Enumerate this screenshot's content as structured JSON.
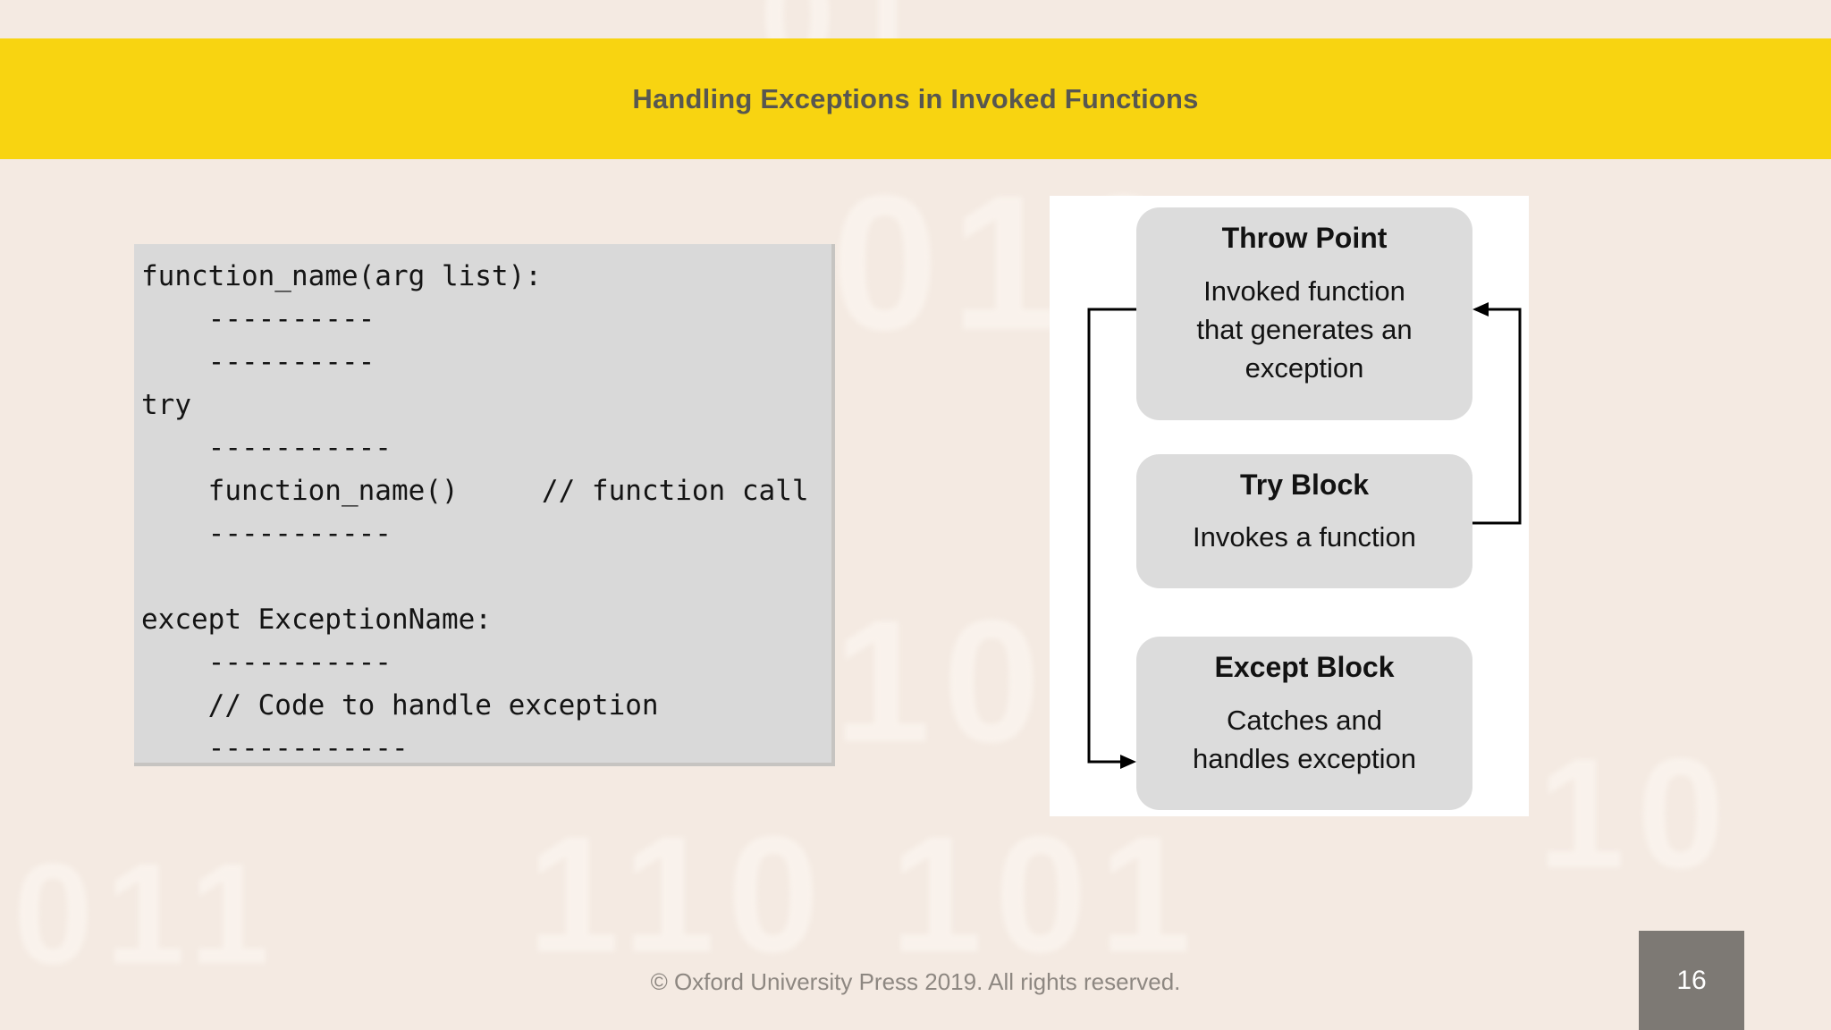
{
  "slide": {
    "title": "Handling Exceptions in Invoked Functions",
    "footer": "© Oxford University Press 2019. All rights reserved.",
    "page_number": "16"
  },
  "code_block": {
    "lines": [
      "function_name(arg list):",
      "    ----------",
      "    ----------",
      "try",
      "    -----------",
      "    function_name()     // function call",
      "    -----------",
      "",
      "except ExceptionName:",
      "    -----------",
      "    // Code to handle exception",
      "    ------------"
    ]
  },
  "diagram": {
    "boxes": [
      {
        "title": "Throw Point",
        "body": [
          "Invoked function",
          "that generates an",
          "exception"
        ]
      },
      {
        "title": "Try Block",
        "body": [
          "Invokes a function"
        ]
      },
      {
        "title": "Except Block",
        "body": [
          "Catches and",
          "handles exception"
        ]
      }
    ]
  },
  "watermarks": [
    "010",
    "HO",
    "010",
    "110 101",
    "011",
    "10",
    "01"
  ],
  "colors": {
    "banner_yellow": "#F8D411",
    "title_text": "#585750",
    "background": "#F4EAE2",
    "code_background": "#D9D9D9",
    "diagram_panel": "#FFFFFF",
    "diagram_box": "#DCDCDC",
    "connector": "#000000",
    "footer_text": "#8D8781",
    "page_box": "#7D7974",
    "page_text": "#FFFFFF"
  }
}
